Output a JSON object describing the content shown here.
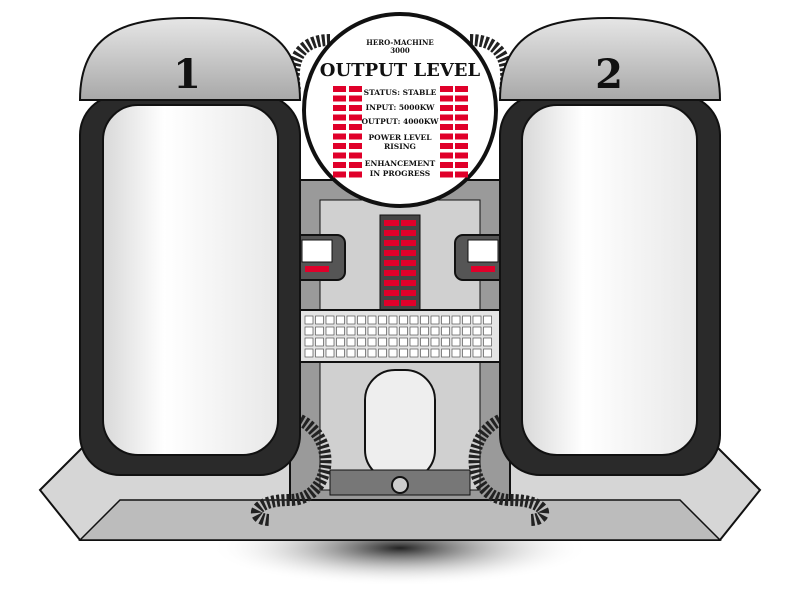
{
  "screen": {
    "brand": "HERO-MACHINE",
    "brand_sub": "3000",
    "title": "OUTPUT LEVEL",
    "status": "STATUS: STABLE",
    "input": "INPUT: 5000KW",
    "output": "OUTPUT: 4000KW",
    "power_line1": "POWER LEVEL",
    "power_line2": "RISING",
    "enh_line1": "ENHANCEMENT",
    "enh_line2": "IN PROGRESS"
  },
  "pods": [
    {
      "label": "1"
    },
    {
      "label": "2"
    }
  ],
  "colors": {
    "indicator": "#e0002a",
    "metal": "#c8c8c8",
    "dark": "#333333"
  }
}
